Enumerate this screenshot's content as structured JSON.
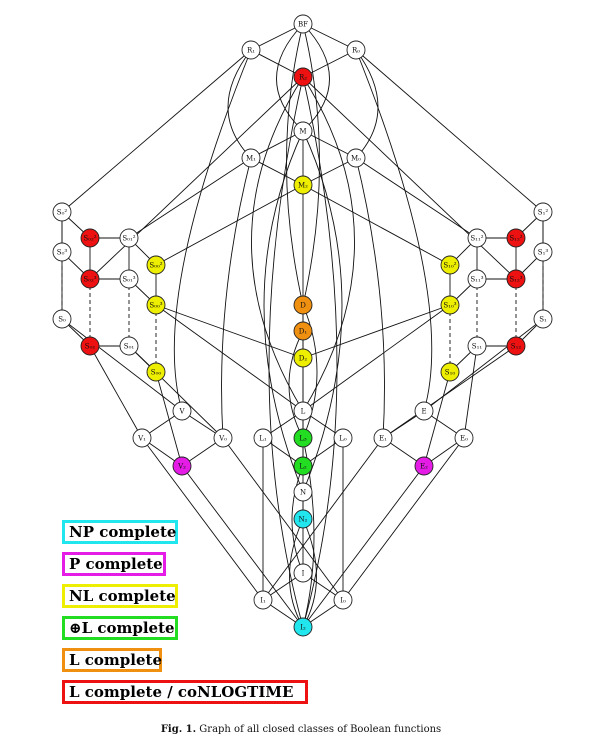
{
  "colors": {
    "none": "#ffffff",
    "np": "#22e6ee",
    "p": "#e41ce6",
    "nl": "#eeee00",
    "parity_l": "#22dd22",
    "l": "#f09010",
    "l_conlogtime": "#ee1111"
  },
  "nodes": [
    {
      "id": "BF",
      "label": "BF",
      "color": "none"
    },
    {
      "id": "R1",
      "label": "R₁",
      "color": "none"
    },
    {
      "id": "R0",
      "label": "R₀",
      "color": "none"
    },
    {
      "id": "R2",
      "label": "R₂",
      "color": "l_conlogtime"
    },
    {
      "id": "M",
      "label": "M",
      "color": "none"
    },
    {
      "id": "M1",
      "label": "M₁",
      "color": "none"
    },
    {
      "id": "M0",
      "label": "M₀",
      "color": "none"
    },
    {
      "id": "M2",
      "label": "M₂",
      "color": "nl"
    },
    {
      "id": "S02",
      "label": "S₀²",
      "color": "none"
    },
    {
      "id": "S12",
      "label": "S₁²",
      "color": "none"
    },
    {
      "id": "S02r",
      "label": "S₀₂²",
      "color": "l_conlogtime"
    },
    {
      "id": "S012",
      "label": "S₀₁²",
      "color": "none"
    },
    {
      "id": "S112",
      "label": "S₁₁²",
      "color": "none"
    },
    {
      "id": "S122",
      "label": "S₁₂²",
      "color": "l_conlogtime"
    },
    {
      "id": "S03",
      "label": "S₀³",
      "color": "none"
    },
    {
      "id": "S13",
      "label": "S₁³",
      "color": "none"
    },
    {
      "id": "S023",
      "label": "S₀₂³",
      "color": "l_conlogtime"
    },
    {
      "id": "S013",
      "label": "S₀₁³",
      "color": "none"
    },
    {
      "id": "S002",
      "label": "S₀₀²",
      "color": "nl"
    },
    {
      "id": "S102",
      "label": "S₁₀²",
      "color": "nl"
    },
    {
      "id": "S113",
      "label": "S₁₁³",
      "color": "none"
    },
    {
      "id": "S123",
      "label": "S₁₂³",
      "color": "l_conlogtime"
    },
    {
      "id": "S003",
      "label": "S₀₀³",
      "color": "nl"
    },
    {
      "id": "S103",
      "label": "S₁₀³",
      "color": "nl"
    },
    {
      "id": "S0",
      "label": "S₀",
      "color": "none"
    },
    {
      "id": "S1",
      "label": "S₁",
      "color": "none"
    },
    {
      "id": "S02b",
      "label": "S₀₂",
      "color": "l_conlogtime"
    },
    {
      "id": "S01",
      "label": "S₀₁",
      "color": "none"
    },
    {
      "id": "S11",
      "label": "S₁₁",
      "color": "none"
    },
    {
      "id": "S12b",
      "label": "S₁₂",
      "color": "l_conlogtime"
    },
    {
      "id": "S00",
      "label": "S₀₀",
      "color": "nl"
    },
    {
      "id": "S10",
      "label": "S₁₀",
      "color": "nl"
    },
    {
      "id": "D",
      "label": "D",
      "color": "l"
    },
    {
      "id": "D1",
      "label": "D₁",
      "color": "l"
    },
    {
      "id": "D2",
      "label": "D₂",
      "color": "nl"
    },
    {
      "id": "V",
      "label": "V",
      "color": "none"
    },
    {
      "id": "E",
      "label": "E",
      "color": "none"
    },
    {
      "id": "L",
      "label": "L",
      "color": "none"
    },
    {
      "id": "V1",
      "label": "V₁",
      "color": "none"
    },
    {
      "id": "V0",
      "label": "V₀",
      "color": "none"
    },
    {
      "id": "L1",
      "label": "L₁",
      "color": "none"
    },
    {
      "id": "L3",
      "label": "L₃",
      "color": "parity_l"
    },
    {
      "id": "L0",
      "label": "L₀",
      "color": "none"
    },
    {
      "id": "E1",
      "label": "E₁",
      "color": "none"
    },
    {
      "id": "E0",
      "label": "E₀",
      "color": "none"
    },
    {
      "id": "V2",
      "label": "V₂",
      "color": "p"
    },
    {
      "id": "L2",
      "label": "L₂",
      "color": "parity_l"
    },
    {
      "id": "E2",
      "label": "E₂",
      "color": "p"
    },
    {
      "id": "N",
      "label": "N",
      "color": "none"
    },
    {
      "id": "N2",
      "label": "N₂",
      "color": "np"
    },
    {
      "id": "I",
      "label": "I",
      "color": "none"
    },
    {
      "id": "I1",
      "label": "I₁",
      "color": "none"
    },
    {
      "id": "I0",
      "label": "I₀",
      "color": "none"
    },
    {
      "id": "I2",
      "label": "I₂",
      "color": "np"
    }
  ],
  "legend": [
    {
      "key": "np",
      "label": "NP complete"
    },
    {
      "key": "p",
      "label": "P complete"
    },
    {
      "key": "nl",
      "label": "NL complete"
    },
    {
      "key": "parity_l",
      "label": "⊕L complete"
    },
    {
      "key": "l",
      "label": "L complete"
    },
    {
      "key": "l_conlogtime",
      "label": "L complete / coNLOGTIME"
    }
  ],
  "caption": {
    "fig": "Fig. 1.",
    "text": "Graph of all closed classes of Boolean functions"
  }
}
